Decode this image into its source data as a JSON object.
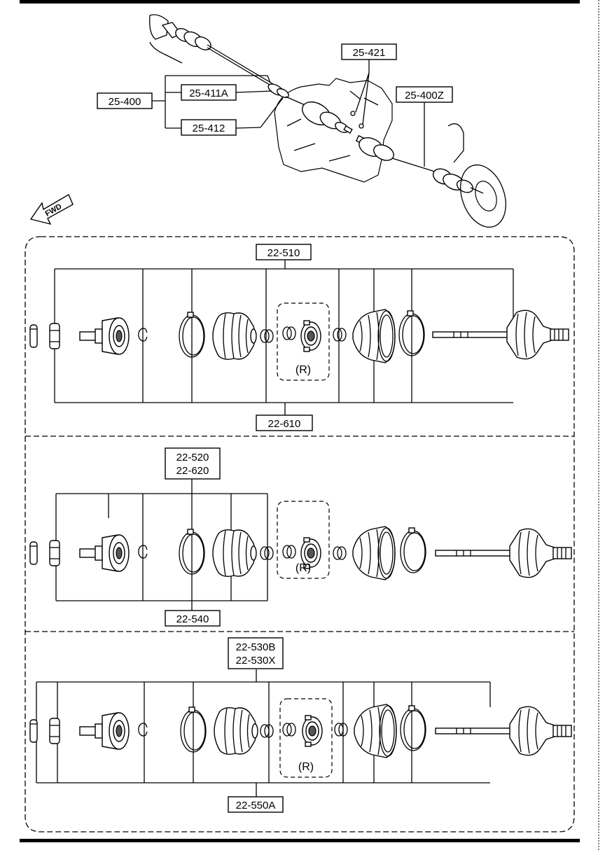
{
  "overview": {
    "callouts": {
      "c_25_421": "25-421",
      "c_25_400": "25-400",
      "c_25_411a": "25-411A",
      "c_25_412": "25-412",
      "c_25_400z": "25-400Z"
    },
    "direction_label": "FWD"
  },
  "section1": {
    "callout_top": "22-510",
    "callout_bottom": "22-610",
    "option_label": "(R)"
  },
  "section2": {
    "callout_top_line1": "22-520",
    "callout_top_line2": "22-620",
    "callout_bottom": "22-540",
    "option_label": "(R)"
  },
  "section3": {
    "callout_top_line1": "22-530B",
    "callout_top_line2": "22-530X",
    "callout_bottom": "22-550A",
    "option_label": "(R)"
  }
}
